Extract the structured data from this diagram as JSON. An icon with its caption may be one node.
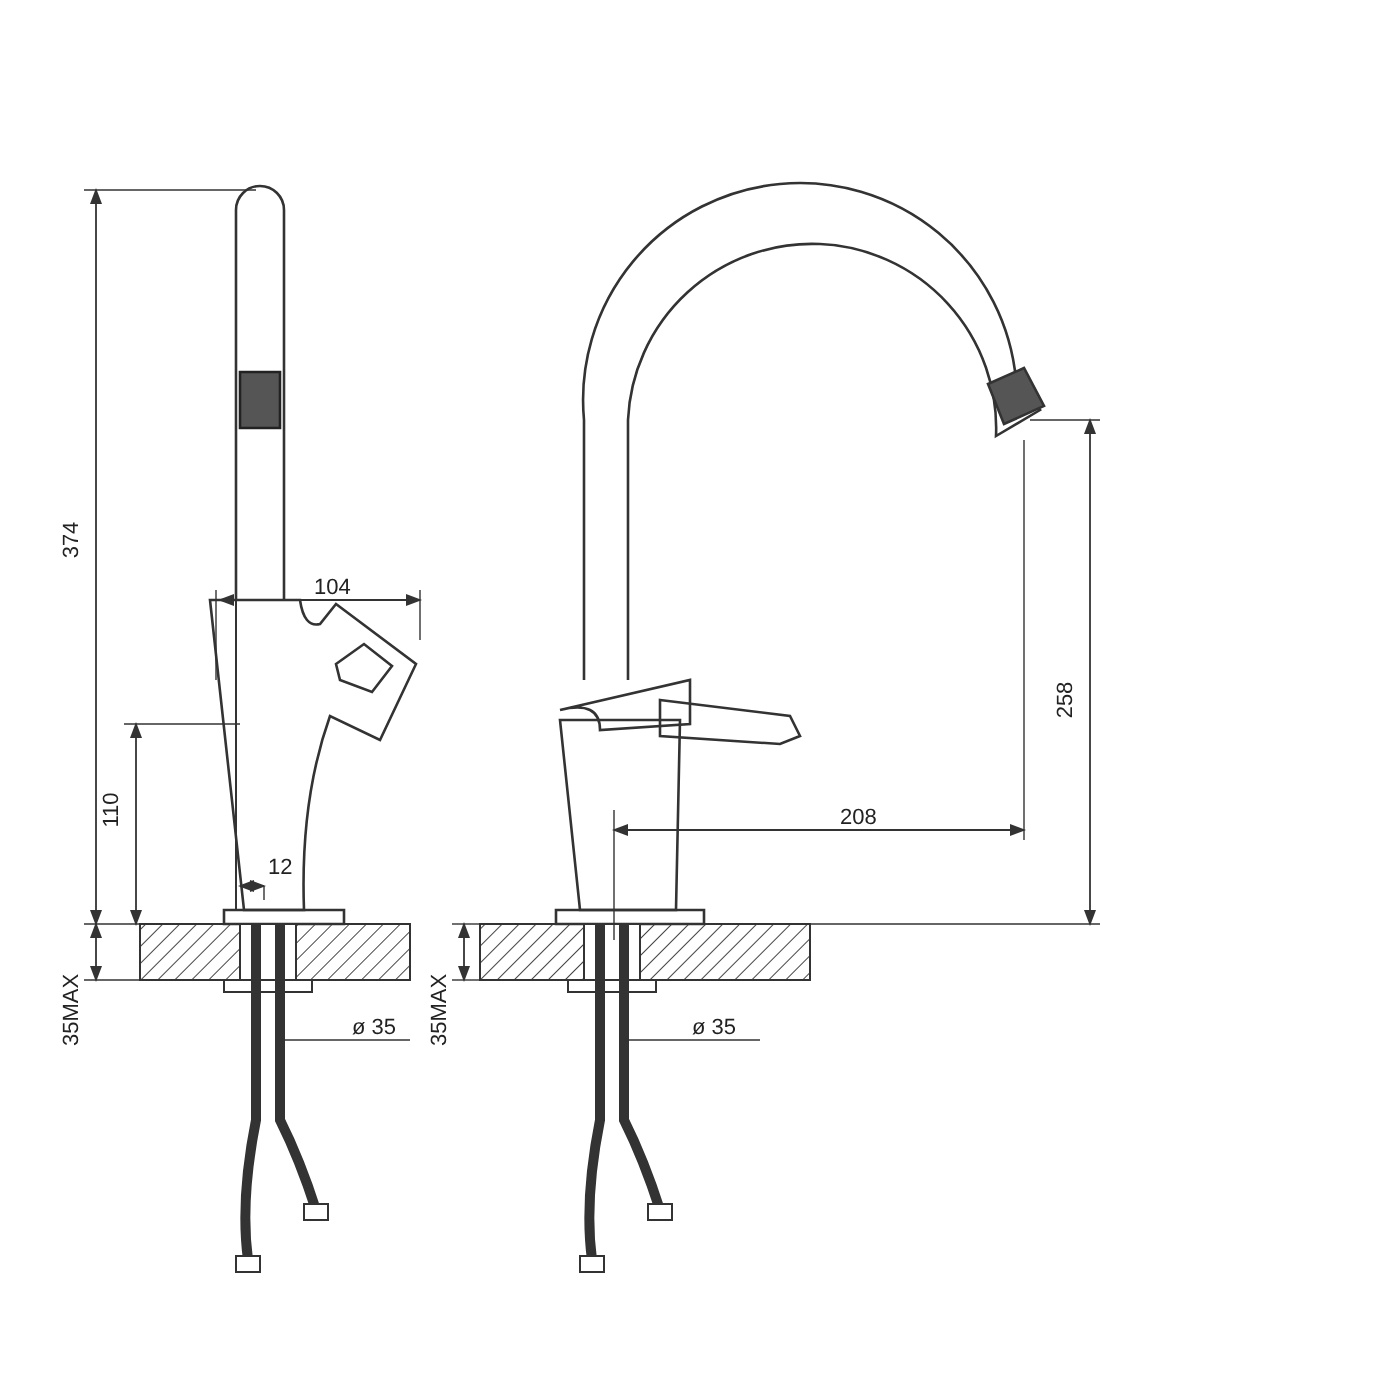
{
  "diagram": {
    "labels": [
      "374",
      "104",
      "110",
      "12",
      "258",
      "208",
      "35MAX",
      "ø 35",
      "35MAX",
      "ø 35"
    ]
  }
}
